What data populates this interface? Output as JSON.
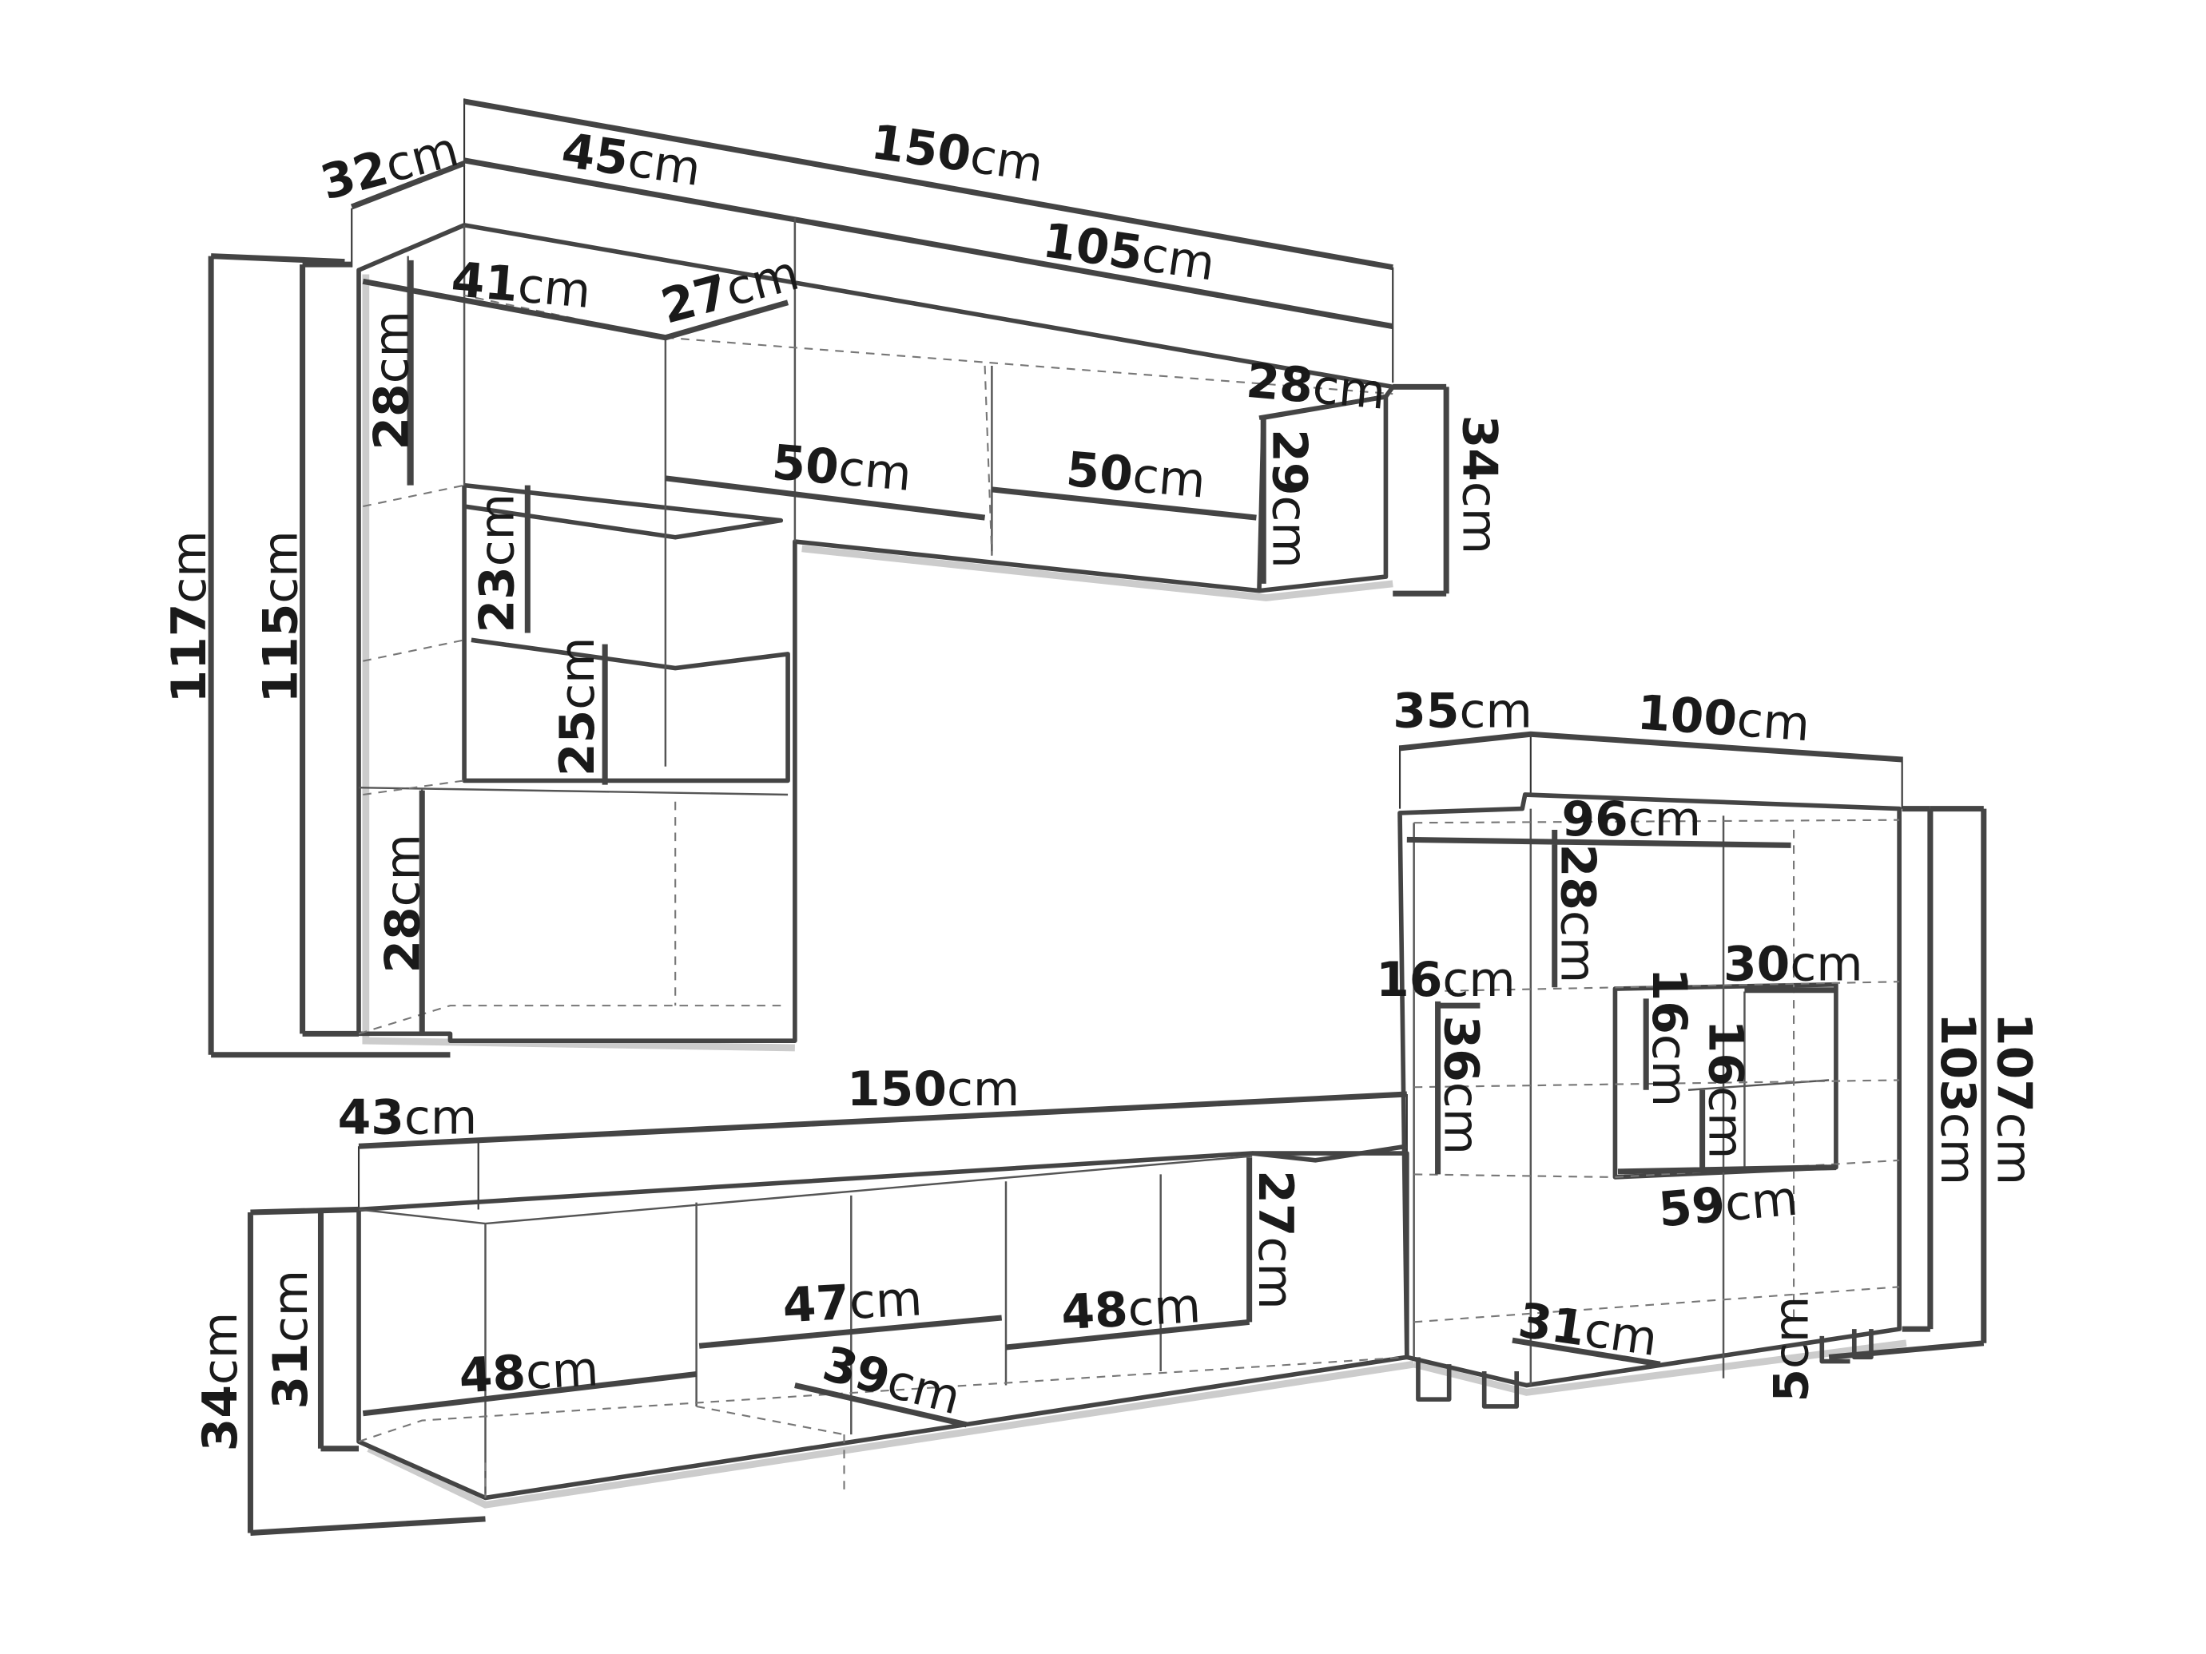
{
  "unit": "cm",
  "wall_unit": {
    "total_width": "150",
    "left_width": "45",
    "right_width": "105",
    "depth": "32",
    "inner_shelf_depth": "41",
    "corner_depth": "27",
    "top_side_height": "28",
    "shelf_width_1": "50",
    "shelf_width_2": "50",
    "end_depth": "28",
    "end_inner_height": "29",
    "end_height": "34",
    "upper_shelf_height": "23",
    "middle_shelf_height": "25",
    "lower_shelf_height": "28",
    "total_height": "117",
    "body_height": "115"
  },
  "tv_unit": {
    "depth": "43",
    "width": "150",
    "inner_height": "27",
    "compartment_1": "47",
    "compartment_2": "48",
    "left_compartment": "48",
    "drawer_depth": "39",
    "inner_body_height": "31",
    "total_height": "34"
  },
  "cabinet": {
    "depth": "35",
    "width": "100",
    "inner_width": "96",
    "top_shelf_height": "28",
    "side_depth": "16",
    "side_height": "36",
    "box_width": "30",
    "box_height_1": "16",
    "box_height_2": "16",
    "box_bottom_width": "59",
    "base_depth": "31",
    "leg_height": "5",
    "total_height": "107",
    "body_height": "103"
  }
}
